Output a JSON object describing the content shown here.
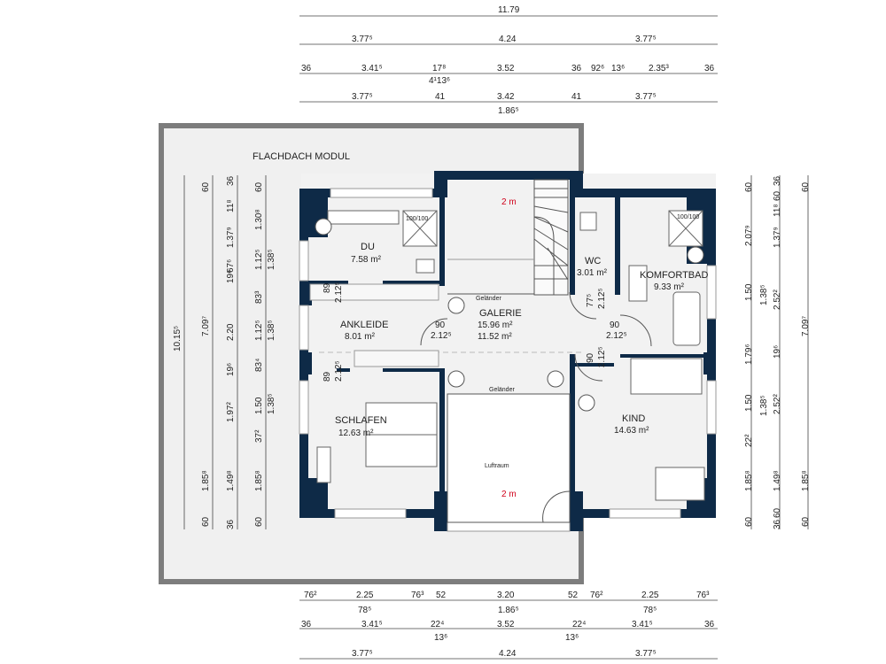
{
  "roof_label": "FLACHDACH MODUL",
  "rooms": {
    "du": {
      "name": "DU",
      "area": "7.58 m²"
    },
    "ankleide": {
      "name": "ANKLEIDE",
      "area": "8.01 m²"
    },
    "schlafen": {
      "name": "SCHLAFEN",
      "area": "12.63 m²"
    },
    "galerie": {
      "name": "GALERIE",
      "area1": "15.96 m²",
      "area2": "11.52 m²"
    },
    "wc": {
      "name": "WC",
      "area": "3.01 m²"
    },
    "komfortbad": {
      "name": "KOMFORTBAD",
      "area": "9.33 m²"
    },
    "kind": {
      "name": "KIND",
      "area": "14.63 m²"
    },
    "luftraum": {
      "name": "Luftraum"
    }
  },
  "labels": {
    "gelaender1": "Geländer",
    "gelaender2": "Geländer",
    "shower1": "100/100",
    "shower2": "100/100",
    "height_top": "2 m",
    "height_bottom": "2 m"
  },
  "doors": {
    "d1": {
      "w": "89",
      "h": "2.12⁵"
    },
    "d2": {
      "w": "89",
      "h": "2.12⁵"
    },
    "d3": {
      "w": "90",
      "h": "2.12⁵"
    },
    "d4": {
      "w": "77⁵",
      "h": "2.12⁵"
    },
    "d5": {
      "w": "90",
      "h": "2.12⁵"
    },
    "d6": {
      "w": "90",
      "h": "2.12⁵"
    }
  },
  "top_dims": {
    "row1": [
      "11.79"
    ],
    "row2": [
      "3.77⁵",
      "4.24",
      "3.77⁵"
    ],
    "row3": [
      "36",
      "3.41⁵",
      "17⁸",
      "3.52",
      "36",
      "92⁶",
      "13⁶",
      "2.35³",
      "36"
    ],
    "row3_sub": "4¹13⁶",
    "row4": [
      "3.77⁵",
      "41",
      "3.42",
      "41",
      "3.77⁵"
    ],
    "row4_sub": "1.86⁵"
  },
  "bottom_dims": {
    "row1": [
      "76²",
      "2.25",
      "76³",
      "52",
      "3.20",
      "52",
      "76²",
      "2.25",
      "76³"
    ],
    "row1_sub": [
      "78⁵",
      "1.86⁵",
      "78⁵"
    ],
    "row2": [
      "36",
      "3.41⁵",
      "22⁴",
      "3.52",
      "22⁴",
      "3.41⁵",
      "36"
    ],
    "row2_sub": [
      "13⁶",
      "13⁶"
    ],
    "row3": [
      "3.77⁵",
      "4.24",
      "3.77⁵"
    ]
  },
  "left_dims": {
    "c1": [
      "10.15⁵"
    ],
    "c2": [
      "7.09⁷"
    ],
    "c3": [
      "60",
      "1.37⁹",
      "2.20",
      "1.97²",
      "1.85⁸",
      "60"
    ],
    "c4": [
      "36",
      "11⁸",
      "19⁶",
      "67⁶",
      "19⁶",
      "1.49⁸",
      "36"
    ],
    "c5": [
      "60",
      "1.30⁸",
      "1.12⁵",
      "83³",
      "1.12⁵",
      "83⁴",
      "1.50",
      "37²",
      "1.85⁸",
      "60"
    ],
    "c6": [
      "1.38⁵",
      "1.38⁵",
      "1.38⁵"
    ]
  },
  "right_dims": {
    "c1": [
      "60",
      "2.07⁹",
      "1.50",
      "1.79⁶",
      "1.50",
      "22²",
      "1.85⁸",
      "60"
    ],
    "c2": [
      "36",
      "60",
      "11⁸",
      "1.37⁹",
      "1.38⁵",
      "19⁶",
      "1.38⁵",
      "1.49⁸",
      "60",
      "36"
    ],
    "c3": [
      "2.52²",
      "2.52²"
    ],
    "c4": [
      "60",
      "7.09⁷",
      "1.85⁸",
      "60"
    ]
  }
}
